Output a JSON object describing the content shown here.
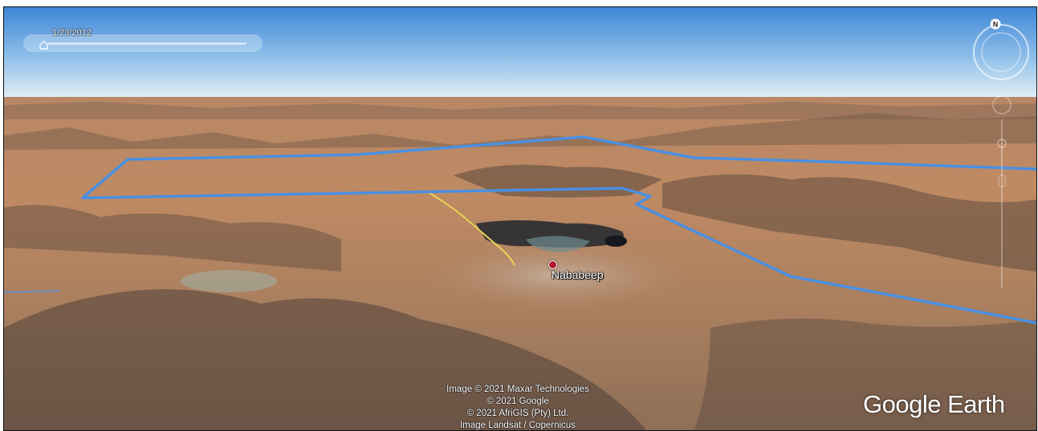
{
  "timeline": {
    "date": "1/23/2012"
  },
  "compass": {
    "north_label": "N"
  },
  "map": {
    "place": {
      "name": "Nababeep"
    },
    "boundary_color": "#4a90e2",
    "road_color": "#e8d25a"
  },
  "attribution": {
    "line1": "Image © 2021 Maxar Technologies",
    "line2": "© 2021 Google",
    "line3": "© 2021 AfriGIS (Pty) Ltd.",
    "line4": "Image Landsat / Copernicus"
  },
  "brand": {
    "name": "Google Earth"
  }
}
